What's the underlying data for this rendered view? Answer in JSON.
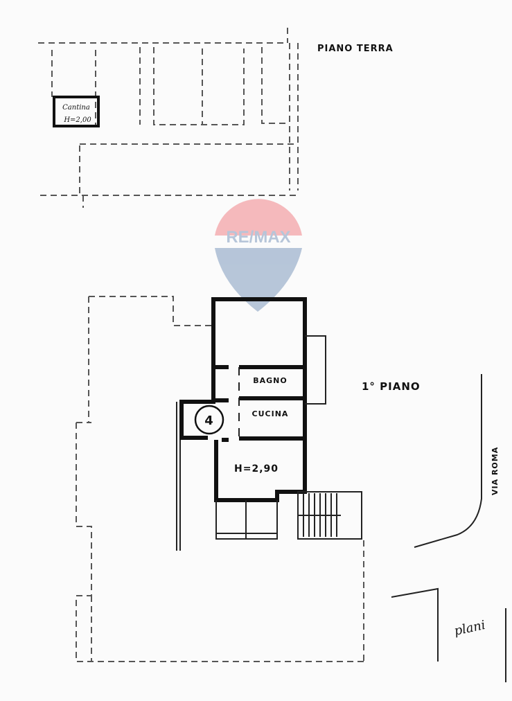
{
  "ground_floor": {
    "title": "PIANO TERRA",
    "cellar_label": "Cantina",
    "cellar_height": "H=2,00"
  },
  "first_floor": {
    "title": "1° PIANO",
    "rooms": {
      "bathroom": "BAGNO",
      "kitchen": "CUCINA"
    },
    "ceiling_height": "H=2,90",
    "unit_number": "4"
  },
  "street": "VIA ROMA",
  "handwritten_note": "plani",
  "watermark": {
    "brand": "RE/MAX",
    "colors": {
      "red": "#e8242d",
      "blue": "#1a4b8c"
    }
  }
}
